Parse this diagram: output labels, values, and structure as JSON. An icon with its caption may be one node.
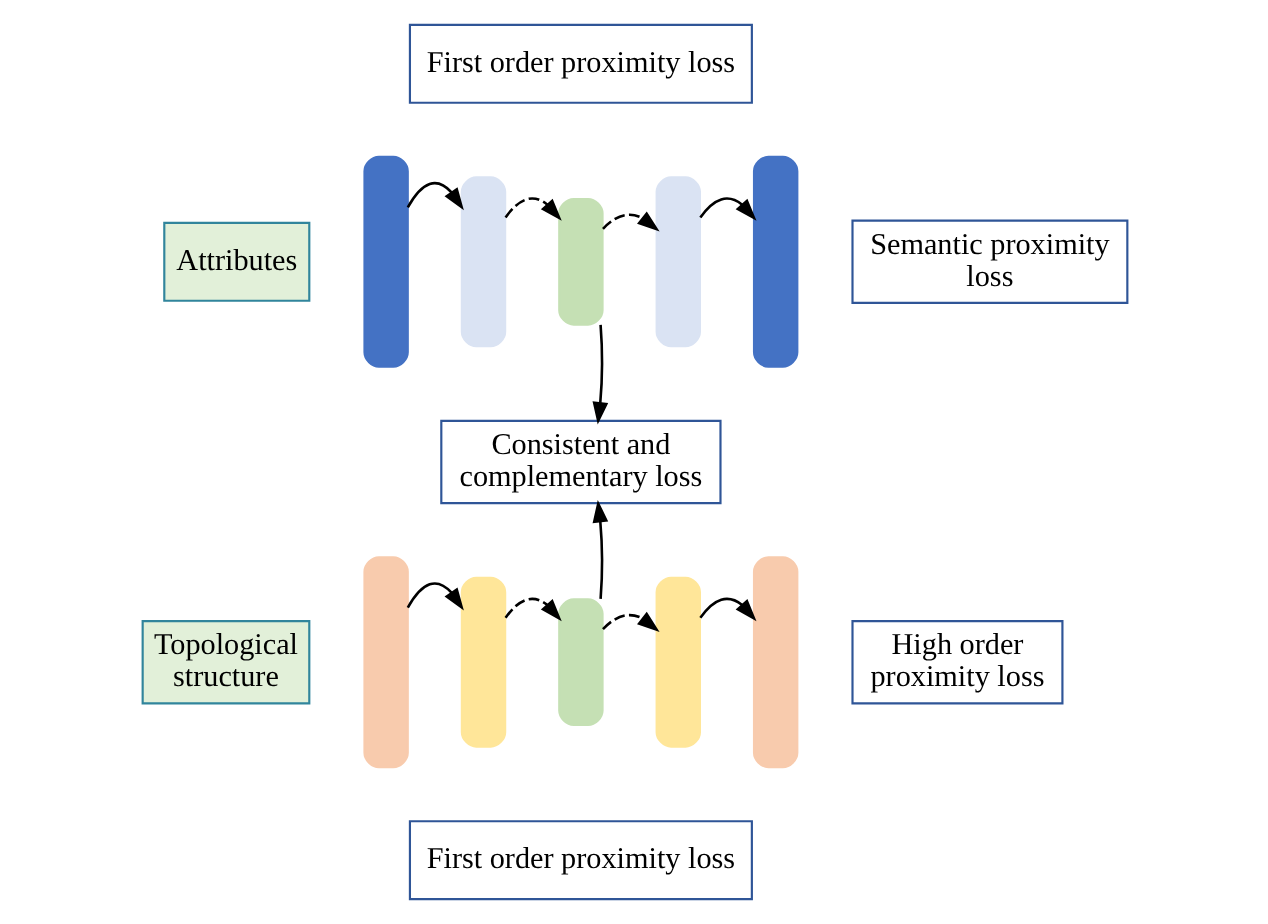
{
  "diagram": {
    "nodes": [
      {
        "text": [
          "First order proximity loss"
        ]
      },
      {
        "text": [
          "Attributes"
        ]
      },
      {
        "text": [],
        "shape": "bar"
      },
      {
        "text": [],
        "shape": "bar"
      },
      {
        "text": [],
        "shape": "bar"
      },
      {
        "text": [],
        "shape": "bar"
      },
      {
        "text": [],
        "shape": "bar"
      },
      {
        "text": [
          "Semantic proximity loss"
        ]
      },
      {
        "text": [
          "Consistent and complementary loss"
        ]
      },
      {
        "text": [
          "Topological structure"
        ]
      },
      {
        "text": [],
        "shape": "bar"
      },
      {
        "text": [],
        "shape": "bar"
      },
      {
        "text": [],
        "shape": "bar"
      },
      {
        "text": [],
        "shape": "bar"
      },
      {
        "text": [],
        "shape": "bar"
      },
      {
        "text": [
          "High order proximity loss"
        ]
      },
      {
        "text": [
          "First order proximity loss"
        ]
      }
    ],
    "edges": [
      {
        "from": 2,
        "to": 3,
        "arrow": "to"
      },
      {
        "from": 3,
        "to": 4,
        "arrow": "to",
        "style": "dashed"
      },
      {
        "from": 4,
        "to": 5,
        "arrow": "to",
        "style": "dashed"
      },
      {
        "from": 5,
        "to": 6,
        "arrow": "to"
      },
      {
        "from": 4,
        "to": 8,
        "arrow": "to"
      },
      {
        "from": 12,
        "to": 8,
        "arrow": "to"
      },
      {
        "from": 10,
        "to": 11,
        "arrow": "to"
      },
      {
        "from": 11,
        "to": 12,
        "arrow": "to",
        "style": "dashed"
      },
      {
        "from": 12,
        "to": 13,
        "arrow": "to",
        "style": "dashed"
      },
      {
        "from": 13,
        "to": 14,
        "arrow": "to"
      }
    ]
  }
}
